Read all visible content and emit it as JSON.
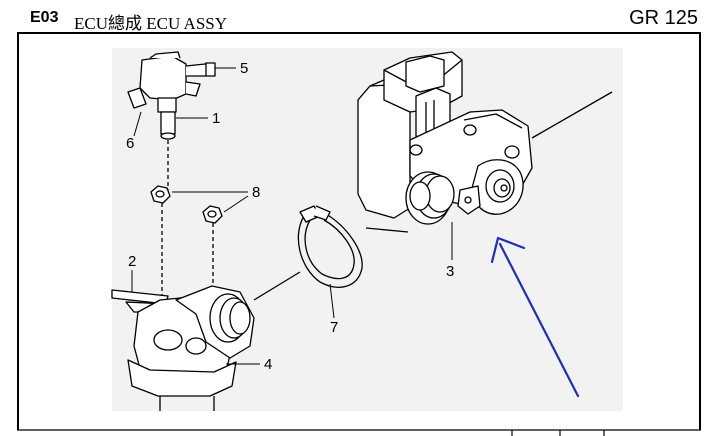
{
  "header": {
    "code": "E03",
    "title": "ECU總成 ECU ASSY",
    "model": "GR 125"
  },
  "callouts": [
    "5",
    "1",
    "6",
    "8",
    "2",
    "3",
    "7",
    "4"
  ],
  "colors": {
    "panel_bg": "#f2f2f2",
    "line": "#000000",
    "arrow": "#1e2fb8"
  }
}
